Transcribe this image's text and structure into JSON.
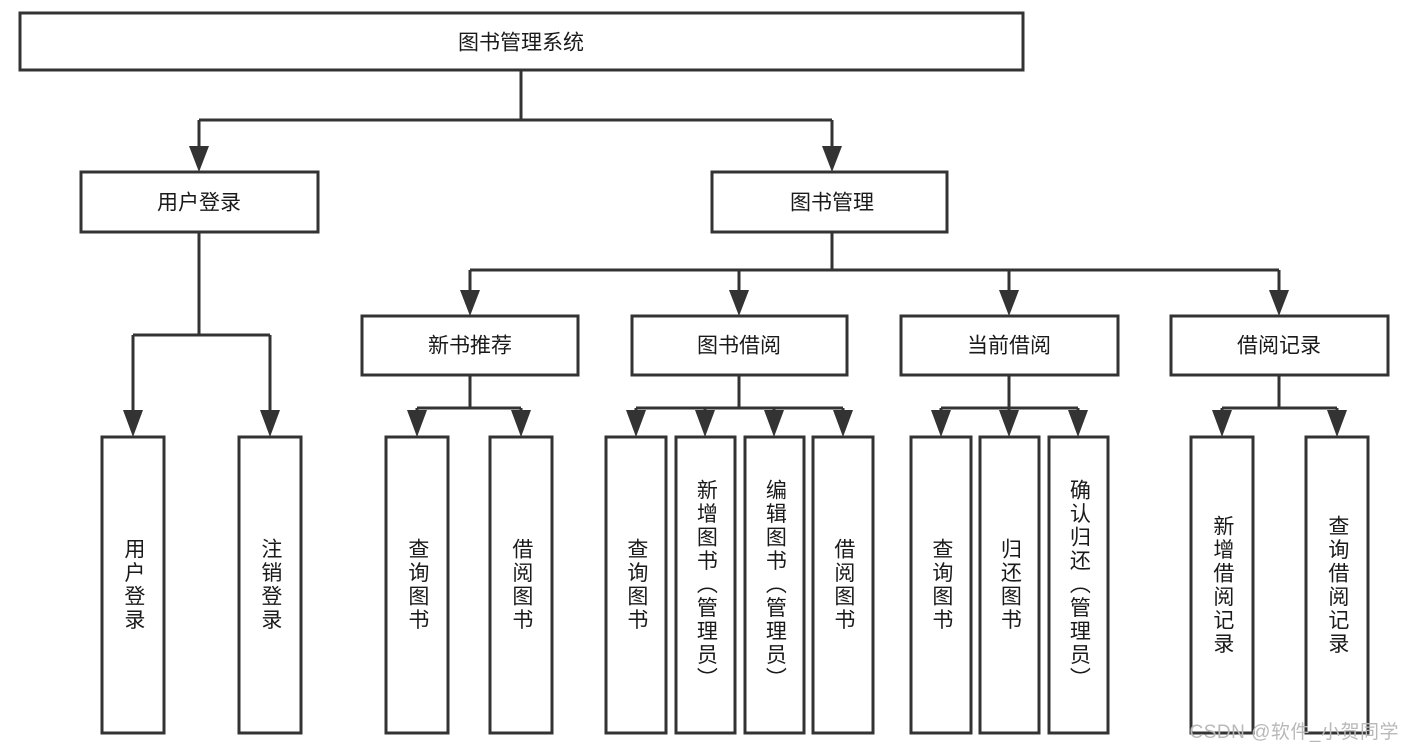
{
  "diagram": {
    "title": "图书管理系统",
    "watermark": "CSDN @软件_小贺同学",
    "colors": {
      "background": "#ffffff",
      "box_fill": "#ffffff",
      "box_stroke": "#333333",
      "text": "#1a1a1a",
      "watermark": "#b9b9b9"
    },
    "levels": {
      "root": "图书管理系统",
      "level2": [
        "用户登录",
        "图书管理"
      ],
      "level3": [
        "新书推荐",
        "图书借阅",
        "当前借阅",
        "借阅记录"
      ]
    },
    "nodes": {
      "root": {
        "label": "图书管理系统",
        "orientation": "horizontal"
      },
      "user_login": {
        "label": "用户登录",
        "orientation": "horizontal"
      },
      "book_manage": {
        "label": "图书管理",
        "orientation": "horizontal"
      },
      "new_book_rec": {
        "label": "新书推荐",
        "orientation": "horizontal"
      },
      "book_borrow": {
        "label": "图书借阅",
        "orientation": "horizontal"
      },
      "current_borrow": {
        "label": "当前借阅",
        "orientation": "horizontal"
      },
      "borrow_record": {
        "label": "借阅记录",
        "orientation": "horizontal"
      },
      "leaf_user_login": {
        "label": "用户登录",
        "orientation": "vertical"
      },
      "leaf_user_logout": {
        "label": "注销登录",
        "orientation": "vertical"
      },
      "leaf_rec_query": {
        "label": "查询图书",
        "orientation": "vertical"
      },
      "leaf_rec_borrow": {
        "label": "借阅图书",
        "orientation": "vertical"
      },
      "leaf_borrow_query": {
        "label": "查询图书",
        "orientation": "vertical"
      },
      "leaf_borrow_add": {
        "label": "新增图书（管理员）",
        "orientation": "vertical"
      },
      "leaf_borrow_edit": {
        "label": "编辑图书（管理员）",
        "orientation": "vertical"
      },
      "leaf_borrow_do": {
        "label": "借阅图书",
        "orientation": "vertical"
      },
      "leaf_cur_query": {
        "label": "查询图书",
        "orientation": "vertical"
      },
      "leaf_cur_return": {
        "label": "归还图书",
        "orientation": "vertical"
      },
      "leaf_cur_confirm": {
        "label": "确认归还（管理员）",
        "orientation": "vertical"
      },
      "leaf_rec_add": {
        "label": "新增借阅记录",
        "orientation": "vertical"
      },
      "leaf_rec_search": {
        "label": "查询借阅记录",
        "orientation": "vertical"
      }
    },
    "edges": [
      {
        "from": "图书管理系统",
        "to": "用户登录"
      },
      {
        "from": "图书管理系统",
        "to": "图书管理"
      },
      {
        "from": "用户登录",
        "to": "用户登录"
      },
      {
        "from": "用户登录",
        "to": "注销登录"
      },
      {
        "from": "图书管理",
        "to": "新书推荐"
      },
      {
        "from": "图书管理",
        "to": "图书借阅"
      },
      {
        "from": "图书管理",
        "to": "当前借阅"
      },
      {
        "from": "图书管理",
        "to": "借阅记录"
      },
      {
        "from": "新书推荐",
        "to": "查询图书"
      },
      {
        "from": "新书推荐",
        "to": "借阅图书"
      },
      {
        "from": "图书借阅",
        "to": "查询图书"
      },
      {
        "from": "图书借阅",
        "to": "新增图书（管理员）"
      },
      {
        "from": "图书借阅",
        "to": "编辑图书（管理员）"
      },
      {
        "from": "图书借阅",
        "to": "借阅图书"
      },
      {
        "from": "当前借阅",
        "to": "查询图书"
      },
      {
        "from": "当前借阅",
        "to": "归还图书"
      },
      {
        "from": "当前借阅",
        "to": "确认归还（管理员）"
      },
      {
        "from": "借阅记录",
        "to": "新增借阅记录"
      },
      {
        "from": "借阅记录",
        "to": "查询借阅记录"
      }
    ]
  }
}
